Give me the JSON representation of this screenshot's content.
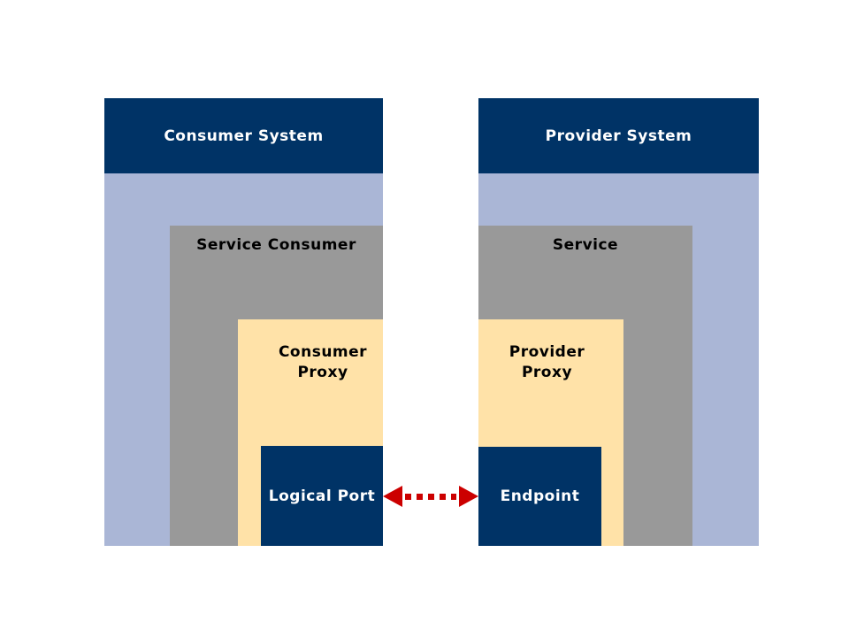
{
  "diagram": {
    "consumer": {
      "system_label": "Consumer System",
      "service_label": "Service Consumer",
      "proxy_label_line1": "Consumer",
      "proxy_label_line2": "Proxy",
      "port_label": "Logical Port"
    },
    "provider": {
      "system_label": "Provider System",
      "service_label": "Service",
      "proxy_label_line1": "Provider",
      "proxy_label_line2": "Proxy",
      "endpoint_label": "Endpoint"
    },
    "connection": {
      "style": "red-dotted-double-headed-arrow",
      "from": "Logical Port",
      "to": "Endpoint"
    }
  },
  "colors": {
    "system_header": "#003366",
    "system_body": "#AAB6D6",
    "service_box": "#999999",
    "proxy_box": "#FFE2A8",
    "arrow": "#CC0000",
    "background": "#FFFFFF",
    "label_light": "#FFFFFF",
    "label_dark": "#000000"
  }
}
